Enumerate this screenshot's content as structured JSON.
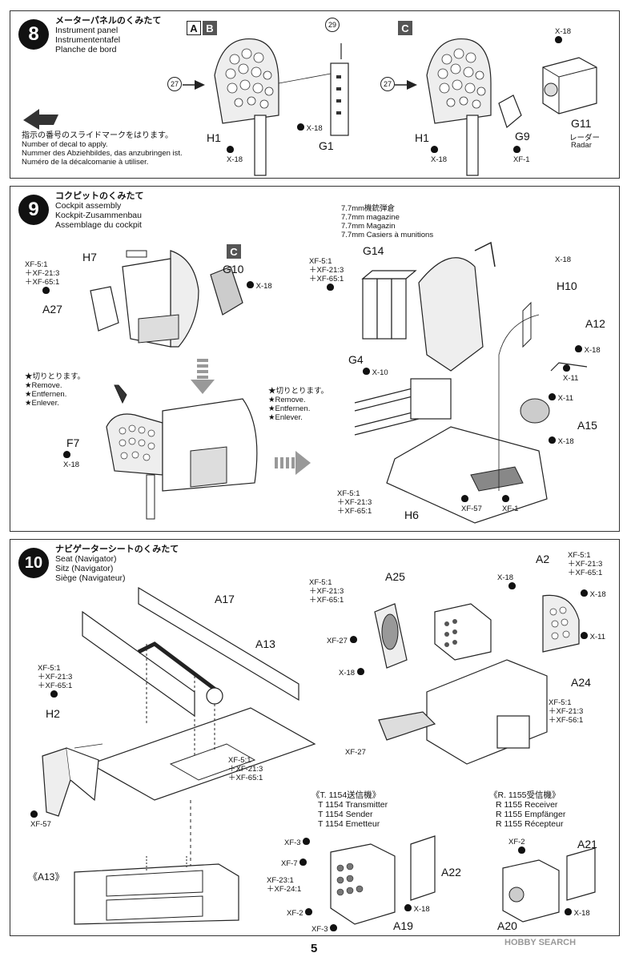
{
  "step8": {
    "num": "8",
    "title_jp": "メーターパネルのくみたて",
    "title_en": "Instrument panel",
    "title_de": "Instrumententafel",
    "title_fr": "Planche de bord",
    "badge_a": "A",
    "badge_b": "B",
    "badge_c": "C",
    "note_jp": "指示の番号のスライドマークをはります。",
    "note_en": "Number of decal to apply.",
    "note_de": "Nummer des Abziehbildes, das anzubringen ist.",
    "note_fr": "Numéro de la décalcomanie à utiliser.",
    "decal_27": "27",
    "decal_29": "29",
    "h1": "H1",
    "g1": "G1",
    "g9": "G9",
    "g11": "G11",
    "radar_jp": "レーダー",
    "radar_en": "Radar",
    "x18": "X-18",
    "xf1": "XF-1"
  },
  "step9": {
    "num": "9",
    "title_jp": "コクピットのくみたて",
    "title_en": "Cockpit assembly",
    "title_de": "Kockpit-Zusammenbau",
    "title_fr": "Assemblage du cockpit",
    "mag_jp": "7.7mm機銃弾倉",
    "mag_en": "7.7mm magazine",
    "mag_de": "7.7mm Magazin",
    "mag_fr": "7.7mm Casiers à munitions",
    "badge_c": "C",
    "remove_jp": "★切りとります。",
    "remove_en": "★Remove.",
    "remove_de": "★Entfernen.",
    "remove_fr": "★Enlever.",
    "h7": "H7",
    "a27": "A27",
    "g10": "G10",
    "g14": "G14",
    "g4": "G4",
    "h10": "H10",
    "a12": "A12",
    "a15": "A15",
    "f7": "F7",
    "h6": "H6",
    "mix_1": "XF-5:1",
    "mix_2": "＋XF-21:3",
    "mix_3": "＋XF-65:1",
    "x18": "X-18",
    "x10": "X-10",
    "x11": "X-11",
    "xf57": "XF-57",
    "xf1": "XF-1"
  },
  "step10": {
    "num": "10",
    "title_jp": "ナビゲーターシートのくみたて",
    "title_en": "Seat (Navigator)",
    "title_de": "Sitz (Navigator)",
    "title_fr": "Siège (Navigateur)",
    "a17": "A17",
    "a13": "A13",
    "a13_view": "《A13》",
    "h2": "H2",
    "a25": "A25",
    "a2": "A2",
    "a24": "A24",
    "a22": "A22",
    "a19": "A19",
    "a21": "A21",
    "a20": "A20",
    "mix_1": "XF-5:1",
    "mix_2": "＋XF-21:3",
    "mix_3": "＋XF-65:1",
    "mix_3b": "＋XF-56:1",
    "xf57": "XF-57",
    "xf27": "XF-27",
    "x18": "X-18",
    "x11": "X-11",
    "xf3": "XF-3",
    "xf7": "XF-7",
    "xf2": "XF-2",
    "xf23_1": "XF-23:1",
    "xf24_1": "＋XF-24:1",
    "t1154_jp": "《T. 1154送信機》",
    "t1154_en": "T 1154 Transmitter",
    "t1154_de": "T 1154 Sender",
    "t1154_fr": "T 1154 Emetteur",
    "r1155_jp": "《R. 1155受信機》",
    "r1155_en": "R 1155 Receiver",
    "r1155_de": "R 1155 Empfänger",
    "r1155_fr": "R 1155 Récepteur"
  },
  "page_number": "5",
  "watermark": "HOBBY SEARCH"
}
